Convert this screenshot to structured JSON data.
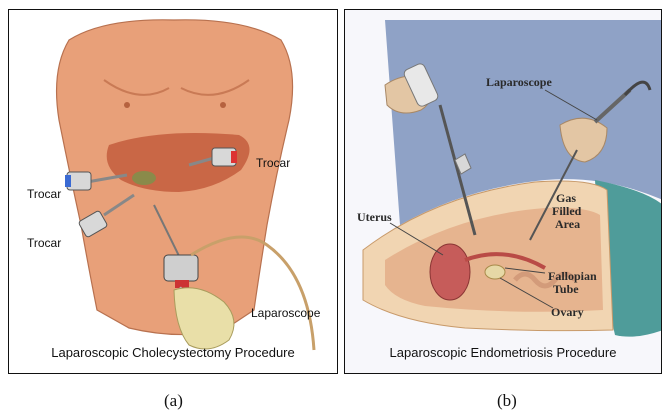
{
  "panel_a": {
    "caption": "Laparoscopic Cholecystectomy Procedure",
    "labels": {
      "trocar_right": "Trocar",
      "trocar_left_upper": "Trocar",
      "trocar_left_lower": "Trocar",
      "laparoscope": "Laparoscope"
    },
    "sublabel": "(a)"
  },
  "panel_b": {
    "caption": "Laparoscopic Endometriosis Procedure",
    "labels": {
      "laparoscope": "Laparoscope",
      "gas_line1": "Gas",
      "gas_line2": "Filled",
      "gas_line3": "Area",
      "uterus": "Uterus",
      "fallopian_line1": "Fallopian",
      "fallopian_line2": "Tube",
      "ovary": "Ovary"
    },
    "sublabel": "(b)"
  },
  "colors": {
    "skin": "#e8a079",
    "skin_shadow": "#c97a55",
    "liver": "#c0593a",
    "gown": "#8fa2c6",
    "teal_drape": "#4f9c9a"
  }
}
